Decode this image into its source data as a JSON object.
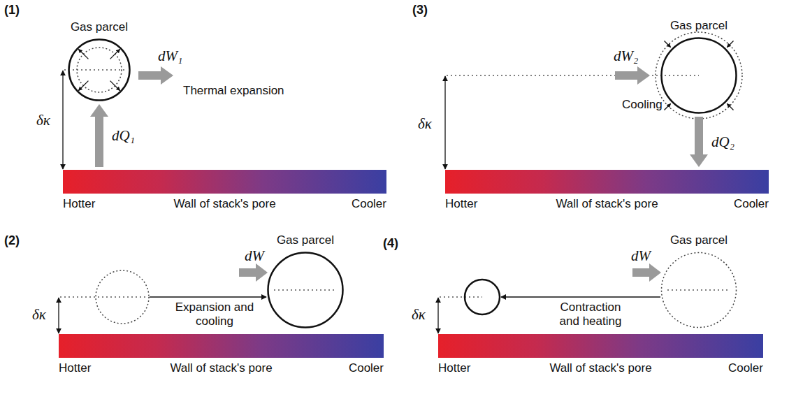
{
  "diagram": {
    "nodes": [
      {
        "text": [
          "Gas parcel"
        ]
      },
      {
        "text": [
          "Hotter",
          "Wall of stack's pore",
          "Cooler"
        ]
      },
      {
        "text": [
          "Gas parcel"
        ]
      },
      {
        "text": [
          "Hotter",
          "Wall of stack's pore",
          "Cooler"
        ]
      },
      {
        "text": [
          "Gas parcel"
        ]
      },
      {
        "text": [
          "Hotter",
          "Wall of stack's pore",
          "Cooler"
        ]
      },
      {
        "text": [
          "Gas parcel"
        ]
      },
      {
        "text": [
          "Hotter",
          "Wall of stack's pore",
          "Cooler"
        ]
      }
    ],
    "edges": [
      {
        "from": 1,
        "to": 0,
        "arrow": "to",
        "label": "dQ₁"
      },
      {
        "from": 2,
        "to": 3,
        "arrow": "to",
        "label": "dQ₂"
      }
    ],
    "labels": [
      "(1)",
      "δκ",
      "dW₁",
      "Thermal expansion",
      "(3)",
      "δκ",
      "dW₂",
      "Cooling",
      "(2)",
      "δκ",
      "dW",
      "Expansion and cooling",
      "(4)",
      "δκ",
      "dW",
      "Contraction and heating"
    ]
  }
}
